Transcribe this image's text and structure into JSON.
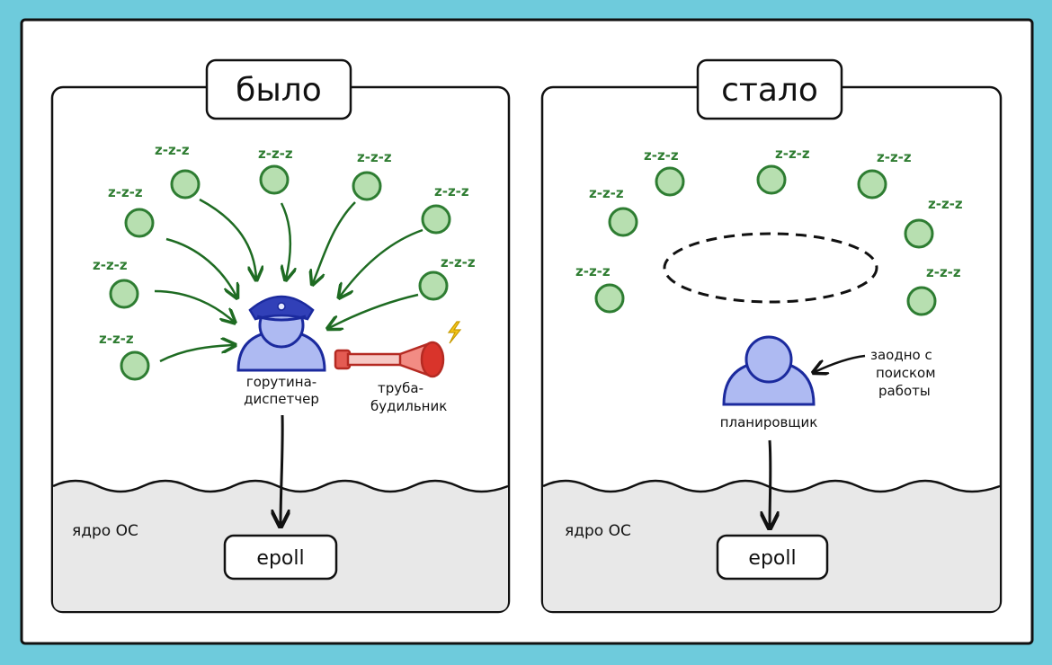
{
  "before": {
    "title": "было",
    "zzz": "z-z-z",
    "dispatcher_label": [
      "горутина-",
      "диспетчер"
    ],
    "trumpet_label": [
      "труба-",
      "будильник"
    ],
    "kernel_label": "ядро ОС",
    "epoll_label": "epoll"
  },
  "after": {
    "title": "стало",
    "zzz": "z-z-z",
    "scheduler_label": "планировщик",
    "note_label": [
      "заодно с",
      "поиском",
      "работы"
    ],
    "kernel_label": "ядро ОС",
    "epoll_label": "epoll"
  },
  "colors": {
    "frame_bg": "#6ecbdc",
    "goroutine": "#2e7d32",
    "goroutine_fill": "#b7dfb0",
    "dispatcher_fill": "#aebaf2",
    "dispatcher_stroke": "#1b2a9e",
    "trumpet": "#d9342b",
    "kernel_bg": "#e8e8e8"
  },
  "icons": [
    "goroutine-circle-icon",
    "police-cap-dispatcher-icon",
    "alarm-trumpet-icon",
    "lightning-icon",
    "person-scheduler-icon"
  ]
}
